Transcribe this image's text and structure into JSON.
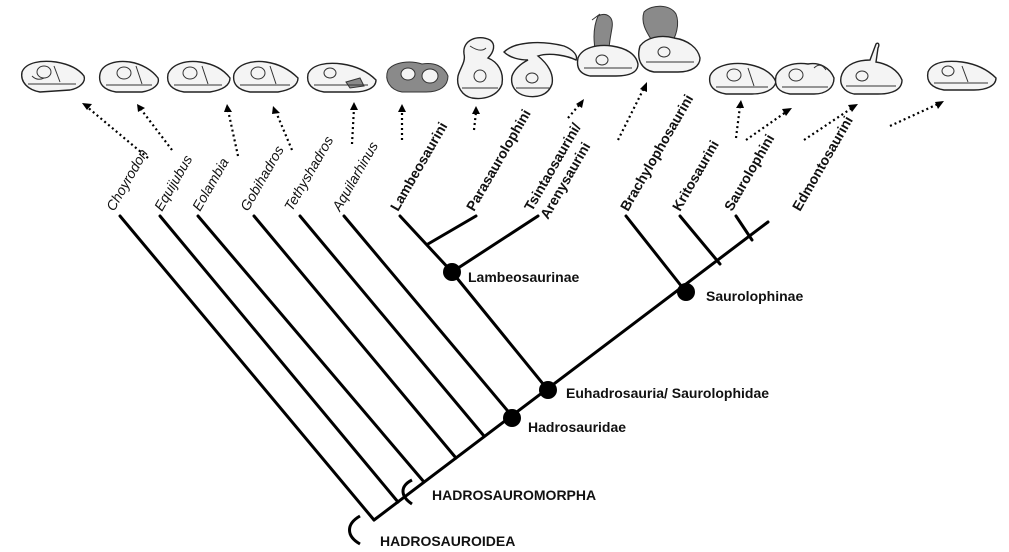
{
  "taxa": {
    "choyrodon": "Choyrodon",
    "equijubus": "Equijubus",
    "eolambia": "Eolambia",
    "gobihadros": "Gobihadros",
    "tethyshadros": "Tethyshadros",
    "aquilarhinus": "Aquilarhinus",
    "lambeosaurini": "Lambeosaurini",
    "parasaurolophini": "Parasaurolophini",
    "tsintaosaurini_1": "Tsintaosaurini/",
    "tsintaosaurini_2": "Arenysaurini",
    "brachylophosaurini": "Brachylophosaurini",
    "kritosaurini": "Kritosaurini",
    "saurolophini": "Saurolophini",
    "edmontosaurini": "Edmontosaurini"
  },
  "nodes": {
    "lambeosaurinae": "Lambeosaurinae",
    "saurolophinae": "Saurolophinae",
    "euhadrosauria": "Euhadrosauria/ Saurolophidae",
    "hadrosauridae": "Hadrosauridae"
  },
  "clades": {
    "hadrosauromorpha": "HADROSAUROMORPHA",
    "hadrosauroidea": "HADROSAUROIDEA"
  },
  "colors": {
    "line": "#000000",
    "skull_fill": "#f4f4f4",
    "crest_gray": "#8a8a8a"
  }
}
